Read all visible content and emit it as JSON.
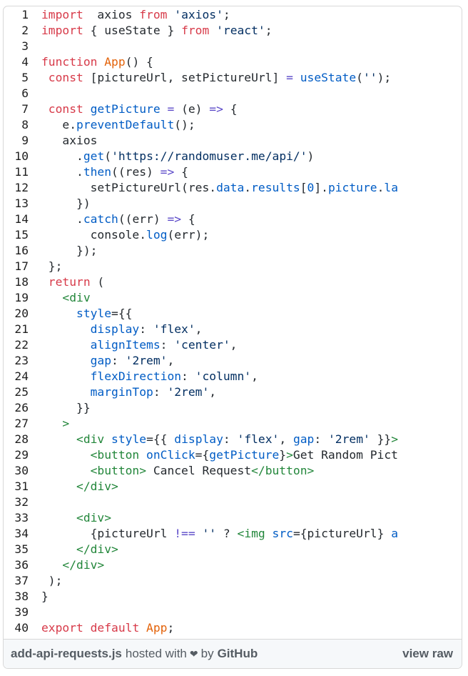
{
  "code": {
    "lines": [
      {
        "n": "1",
        "tokens": [
          [
            "kw",
            "import"
          ],
          [
            "",
            "  axios "
          ],
          [
            "kw",
            "from"
          ],
          [
            "st",
            " 'axios'"
          ],
          [
            "",
            ";"
          ]
        ]
      },
      {
        "n": "2",
        "tokens": [
          [
            "kw",
            "import"
          ],
          [
            "",
            " { useState } "
          ],
          [
            "kw",
            "from"
          ],
          [
            "st",
            " 'react'"
          ],
          [
            "",
            ";"
          ]
        ]
      },
      {
        "n": "3",
        "tokens": []
      },
      {
        "n": "4",
        "tokens": [
          [
            "kw",
            "function"
          ],
          [
            "fn",
            " App"
          ],
          [
            "",
            "() {"
          ]
        ]
      },
      {
        "n": "5",
        "tokens": [
          [
            "kw",
            " const"
          ],
          [
            "",
            " [pictureUrl, setPictureUrl] "
          ],
          [
            "op",
            "="
          ],
          [
            "pr",
            " useState"
          ],
          [
            "",
            "("
          ],
          [
            "st",
            "''"
          ],
          [
            "",
            ");"
          ]
        ]
      },
      {
        "n": "6",
        "tokens": []
      },
      {
        "n": "7",
        "tokens": [
          [
            "kw",
            " const"
          ],
          [
            "pr",
            " getPicture"
          ],
          [
            "op",
            " ="
          ],
          [
            "",
            " (e) "
          ],
          [
            "op",
            "=>"
          ],
          [
            "",
            " {"
          ]
        ]
      },
      {
        "n": "8",
        "tokens": [
          [
            "",
            "   e."
          ],
          [
            "pr",
            "preventDefault"
          ],
          [
            "",
            "();"
          ]
        ]
      },
      {
        "n": "9",
        "tokens": [
          [
            "",
            "   axios"
          ]
        ]
      },
      {
        "n": "10",
        "tokens": [
          [
            "",
            "     ."
          ],
          [
            "pr",
            "get"
          ],
          [
            "",
            "("
          ],
          [
            "st",
            "'https://randomuser.me/api/'"
          ],
          [
            "",
            ")"
          ]
        ]
      },
      {
        "n": "11",
        "tokens": [
          [
            "",
            "     ."
          ],
          [
            "pr",
            "then"
          ],
          [
            "",
            "((res) "
          ],
          [
            "op",
            "=>"
          ],
          [
            "",
            " {"
          ]
        ]
      },
      {
        "n": "12",
        "tokens": [
          [
            "",
            "       setPictureUrl(res."
          ],
          [
            "pr",
            "data"
          ],
          [
            "",
            "."
          ],
          [
            "pr",
            "results"
          ],
          [
            "",
            "["
          ],
          [
            "pr",
            "0"
          ],
          [
            "",
            "]."
          ],
          [
            "pr",
            "picture"
          ],
          [
            "",
            "."
          ],
          [
            "pr",
            "la"
          ]
        ]
      },
      {
        "n": "13",
        "tokens": [
          [
            "",
            "     })"
          ]
        ]
      },
      {
        "n": "14",
        "tokens": [
          [
            "",
            "     ."
          ],
          [
            "pr",
            "catch"
          ],
          [
            "",
            "((err) "
          ],
          [
            "op",
            "=>"
          ],
          [
            "",
            " {"
          ]
        ]
      },
      {
        "n": "15",
        "tokens": [
          [
            "",
            "       console."
          ],
          [
            "pr",
            "log"
          ],
          [
            "",
            "(err);"
          ]
        ]
      },
      {
        "n": "16",
        "tokens": [
          [
            "",
            "     });"
          ]
        ]
      },
      {
        "n": "17",
        "tokens": [
          [
            "",
            " };"
          ]
        ]
      },
      {
        "n": "18",
        "tokens": [
          [
            "kw",
            " return"
          ],
          [
            "",
            " ("
          ]
        ]
      },
      {
        "n": "19",
        "tokens": [
          [
            "tg",
            "   <div"
          ]
        ]
      },
      {
        "n": "20",
        "tokens": [
          [
            "pr",
            "     style"
          ],
          [
            "",
            "={{"
          ]
        ]
      },
      {
        "n": "21",
        "tokens": [
          [
            "pr",
            "       display"
          ],
          [
            "",
            ": "
          ],
          [
            "st",
            "'flex'"
          ],
          [
            "",
            ","
          ]
        ]
      },
      {
        "n": "22",
        "tokens": [
          [
            "pr",
            "       alignItems"
          ],
          [
            "",
            ": "
          ],
          [
            "st",
            "'center'"
          ],
          [
            "",
            ","
          ]
        ]
      },
      {
        "n": "23",
        "tokens": [
          [
            "pr",
            "       gap"
          ],
          [
            "",
            ": "
          ],
          [
            "st",
            "'2rem'"
          ],
          [
            "",
            ","
          ]
        ]
      },
      {
        "n": "24",
        "tokens": [
          [
            "pr",
            "       flexDirection"
          ],
          [
            "",
            ": "
          ],
          [
            "st",
            "'column'"
          ],
          [
            "",
            ","
          ]
        ]
      },
      {
        "n": "25",
        "tokens": [
          [
            "pr",
            "       marginTop"
          ],
          [
            "",
            ": "
          ],
          [
            "st",
            "'2rem'"
          ],
          [
            "",
            ","
          ]
        ]
      },
      {
        "n": "26",
        "tokens": [
          [
            "",
            "     }}"
          ]
        ]
      },
      {
        "n": "27",
        "tokens": [
          [
            "tg",
            "   >"
          ]
        ]
      },
      {
        "n": "28",
        "tokens": [
          [
            "tg",
            "     <div"
          ],
          [
            "pr",
            " style"
          ],
          [
            "",
            "={{ "
          ],
          [
            "pr",
            "display"
          ],
          [
            "",
            ": "
          ],
          [
            "st",
            "'flex'"
          ],
          [
            "",
            ", "
          ],
          [
            "pr",
            "gap"
          ],
          [
            "",
            ": "
          ],
          [
            "st",
            "'2rem'"
          ],
          [
            "",
            " }}"
          ],
          [
            "tg",
            ">"
          ]
        ]
      },
      {
        "n": "29",
        "tokens": [
          [
            "tg",
            "       <button"
          ],
          [
            "pr",
            " onClick"
          ],
          [
            "",
            "={"
          ],
          [
            "pr",
            "getPicture"
          ],
          [
            "",
            "}"
          ],
          [
            "tg",
            ">"
          ],
          [
            "",
            "Get Random Pict"
          ]
        ]
      },
      {
        "n": "30",
        "tokens": [
          [
            "tg",
            "       <button"
          ],
          [
            "tg",
            ">"
          ],
          [
            "",
            " Cancel Request"
          ],
          [
            "tg",
            "</button>"
          ]
        ]
      },
      {
        "n": "31",
        "tokens": [
          [
            "tg",
            "     </div>"
          ]
        ]
      },
      {
        "n": "32",
        "tokens": []
      },
      {
        "n": "33",
        "tokens": [
          [
            "tg",
            "     <div>"
          ]
        ]
      },
      {
        "n": "34",
        "tokens": [
          [
            "",
            "       {pictureUrl "
          ],
          [
            "op",
            "!=="
          ],
          [
            "st",
            " ''"
          ],
          [
            "",
            " ? "
          ],
          [
            "tg",
            "<img"
          ],
          [
            "pr",
            " src"
          ],
          [
            "",
            "={pictureUrl} "
          ],
          [
            "pr",
            "a"
          ]
        ]
      },
      {
        "n": "35",
        "tokens": [
          [
            "tg",
            "     </div>"
          ]
        ]
      },
      {
        "n": "36",
        "tokens": [
          [
            "tg",
            "   </div>"
          ]
        ]
      },
      {
        "n": "37",
        "tokens": [
          [
            "",
            " );"
          ]
        ]
      },
      {
        "n": "38",
        "tokens": [
          [
            "",
            "}"
          ]
        ]
      },
      {
        "n": "39",
        "tokens": []
      },
      {
        "n": "40",
        "tokens": [
          [
            "kw",
            "export"
          ],
          [
            "kw",
            " default"
          ],
          [
            "fn",
            " App"
          ],
          [
            "",
            ";"
          ]
        ]
      }
    ]
  },
  "footer": {
    "filename": "add-api-requests.js",
    "hosted_with": "hosted with",
    "heart": "❤",
    "by": "by",
    "github": "GitHub",
    "view_raw": "view raw"
  }
}
